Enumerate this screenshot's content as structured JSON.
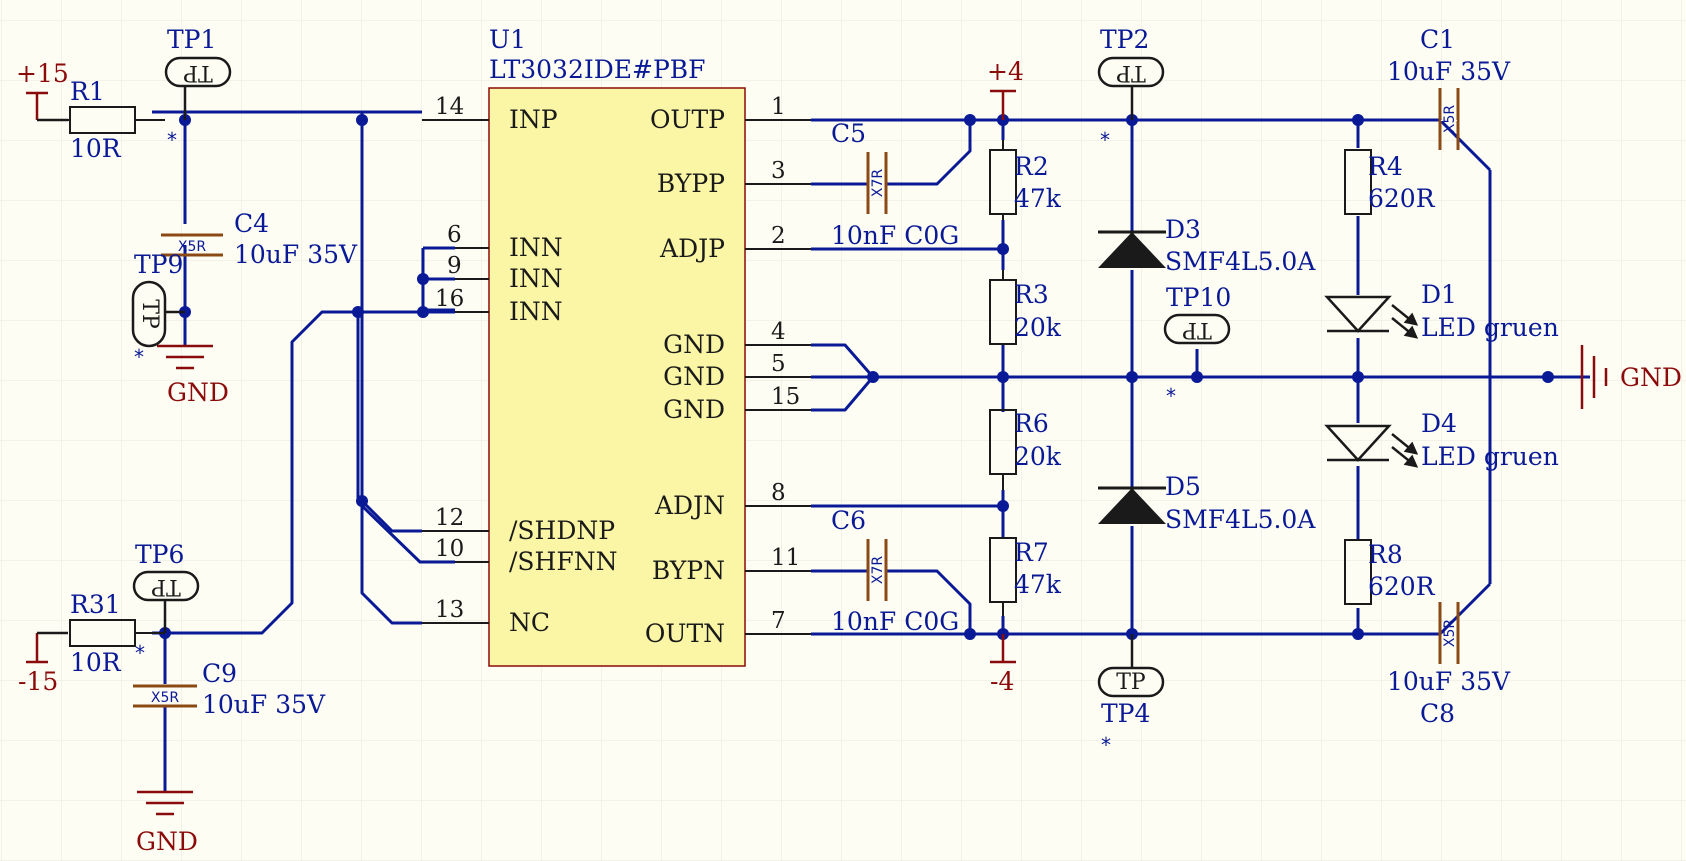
{
  "colors": {
    "wire": "#0a1a96",
    "symbol": "#1a1a1a",
    "power": "#8b0a0a",
    "component_label": "#0a1a96",
    "ic_fill": "#fbf6a6",
    "ic_border": "#8b0a0a",
    "cap_band": "#8b4a14",
    "background": "#fdfdf4",
    "grid": "#e6e6dc"
  },
  "ic": {
    "designator": "U1",
    "part": "LT3032IDE#PBF",
    "left_pins": [
      {
        "num": "14",
        "name": "INP"
      },
      {
        "num": "6",
        "name": "INN"
      },
      {
        "num": "9",
        "name": "INN"
      },
      {
        "num": "16",
        "name": "INN"
      },
      {
        "num": "12",
        "name": "/SHDNP"
      },
      {
        "num": "10",
        "name": "/SHFNN"
      },
      {
        "num": "13",
        "name": "NC"
      }
    ],
    "right_pins": [
      {
        "num": "1",
        "name": "OUTP"
      },
      {
        "num": "3",
        "name": "BYPP"
      },
      {
        "num": "2",
        "name": "ADJP"
      },
      {
        "num": "4",
        "name": "GND"
      },
      {
        "num": "5",
        "name": "GND"
      },
      {
        "num": "15",
        "name": "GND"
      },
      {
        "num": "8",
        "name": "ADJN"
      },
      {
        "num": "11",
        "name": "BYPN"
      },
      {
        "num": "7",
        "name": "OUTN"
      }
    ]
  },
  "power": {
    "p15": "+15",
    "m15": "-15",
    "p4": "+4",
    "m4": "-4",
    "gnd": "GND"
  },
  "resistors": {
    "R1": {
      "ref": "R1",
      "value": "10R"
    },
    "R31": {
      "ref": "R31",
      "value": "10R"
    },
    "R2": {
      "ref": "R2",
      "value": "47k"
    },
    "R3": {
      "ref": "R3",
      "value": "20k"
    },
    "R6": {
      "ref": "R6",
      "value": "20k"
    },
    "R7": {
      "ref": "R7",
      "value": "47k"
    },
    "R4": {
      "ref": "R4",
      "value": "620R"
    },
    "R8": {
      "ref": "R8",
      "value": "620R"
    }
  },
  "capacitors": {
    "C4": {
      "ref": "C4",
      "value": "10uF 35V",
      "dielectric": "X5R"
    },
    "C9": {
      "ref": "C9",
      "value": "10uF 35V",
      "dielectric": "X5R"
    },
    "C5": {
      "ref": "C5",
      "value": "10nF C0G",
      "dielectric": "X7R"
    },
    "C6": {
      "ref": "C6",
      "value": "10nF C0G",
      "dielectric": "X7R"
    },
    "C1": {
      "ref": "C1",
      "value": "10uF 35V",
      "dielectric": "X5R"
    },
    "C8": {
      "ref": "C8",
      "value": "10uF 35V",
      "dielectric": "X5R"
    }
  },
  "diodes": {
    "D3": {
      "ref": "D3",
      "value": "SMF4L5.0A"
    },
    "D5": {
      "ref": "D5",
      "value": "SMF4L5.0A"
    },
    "D1": {
      "ref": "D1",
      "value": "LED gruen"
    },
    "D4": {
      "ref": "D4",
      "value": "LED gruen"
    }
  },
  "testpoints": {
    "TP1": "TP1",
    "TP2": "TP2",
    "TP4": "TP4",
    "TP6": "TP6",
    "TP9": "TP9",
    "TP10": "TP10",
    "body": "TP"
  },
  "marker": "*"
}
